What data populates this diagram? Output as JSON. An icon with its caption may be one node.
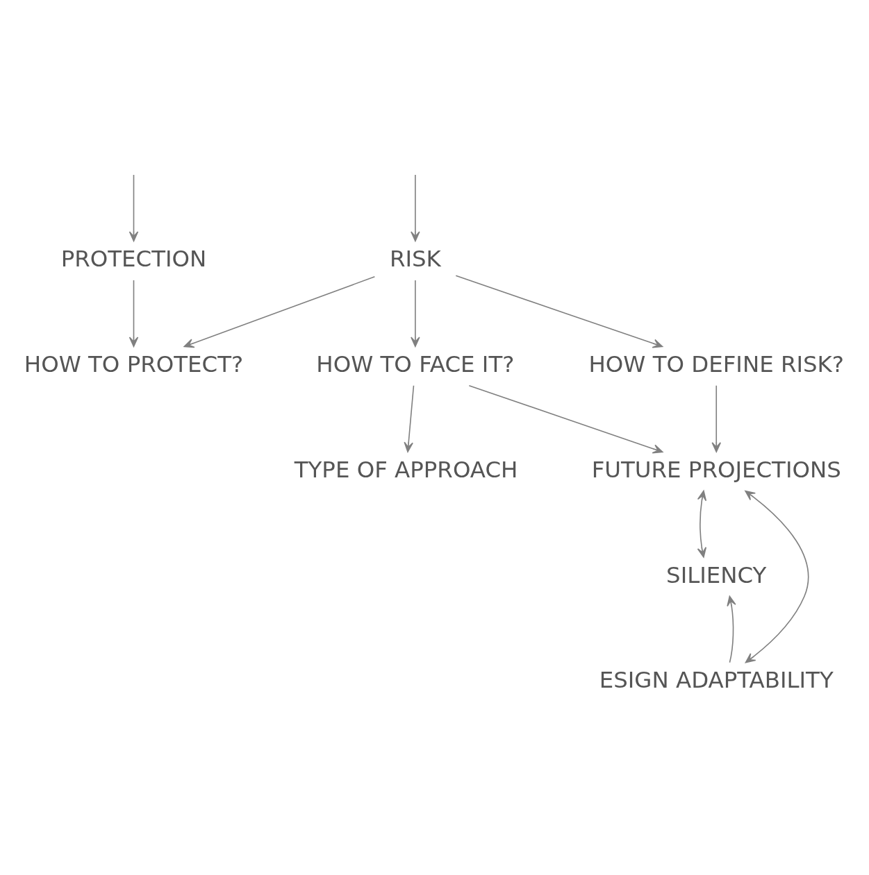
{
  "diagram": {
    "nodes": [
      {
        "text": [
          "PROTECTION"
        ]
      },
      {
        "text": [
          "RISK"
        ]
      },
      {
        "text": [
          "HOW TO PROTECT?"
        ]
      },
      {
        "text": [
          "HOW TO FACE IT?"
        ]
      },
      {
        "text": [
          "HOW TO DEFINE RISK?"
        ]
      },
      {
        "text": [
          "TYPE OF APPROACH"
        ]
      },
      {
        "text": [
          "FUTURE PROJECTIONS"
        ]
      },
      {
        "text": [
          "SILIENCY"
        ]
      },
      {
        "text": [
          "ESIGN ADAPTABILITY"
        ]
      }
    ],
    "edges": [
      {
        "from": null,
        "to": 0,
        "arrow": "to"
      },
      {
        "from": null,
        "to": 1,
        "arrow": "to"
      },
      {
        "from": 0,
        "to": 2,
        "arrow": "to"
      },
      {
        "from": 1,
        "to": 2,
        "arrow": "to"
      },
      {
        "from": 1,
        "to": 3,
        "arrow": "to"
      },
      {
        "from": 1,
        "to": 4,
        "arrow": "to"
      },
      {
        "from": 3,
        "to": 5,
        "arrow": "to"
      },
      {
        "from": 3,
        "to": 6,
        "arrow": "to"
      },
      {
        "from": 4,
        "to": 6,
        "arrow": "to"
      },
      {
        "from": 6,
        "to": 7,
        "arrow": "both"
      },
      {
        "from": 6,
        "to": 8,
        "arrow": "both"
      },
      {
        "from": 8,
        "to": 7,
        "arrow": "to"
      }
    ]
  }
}
